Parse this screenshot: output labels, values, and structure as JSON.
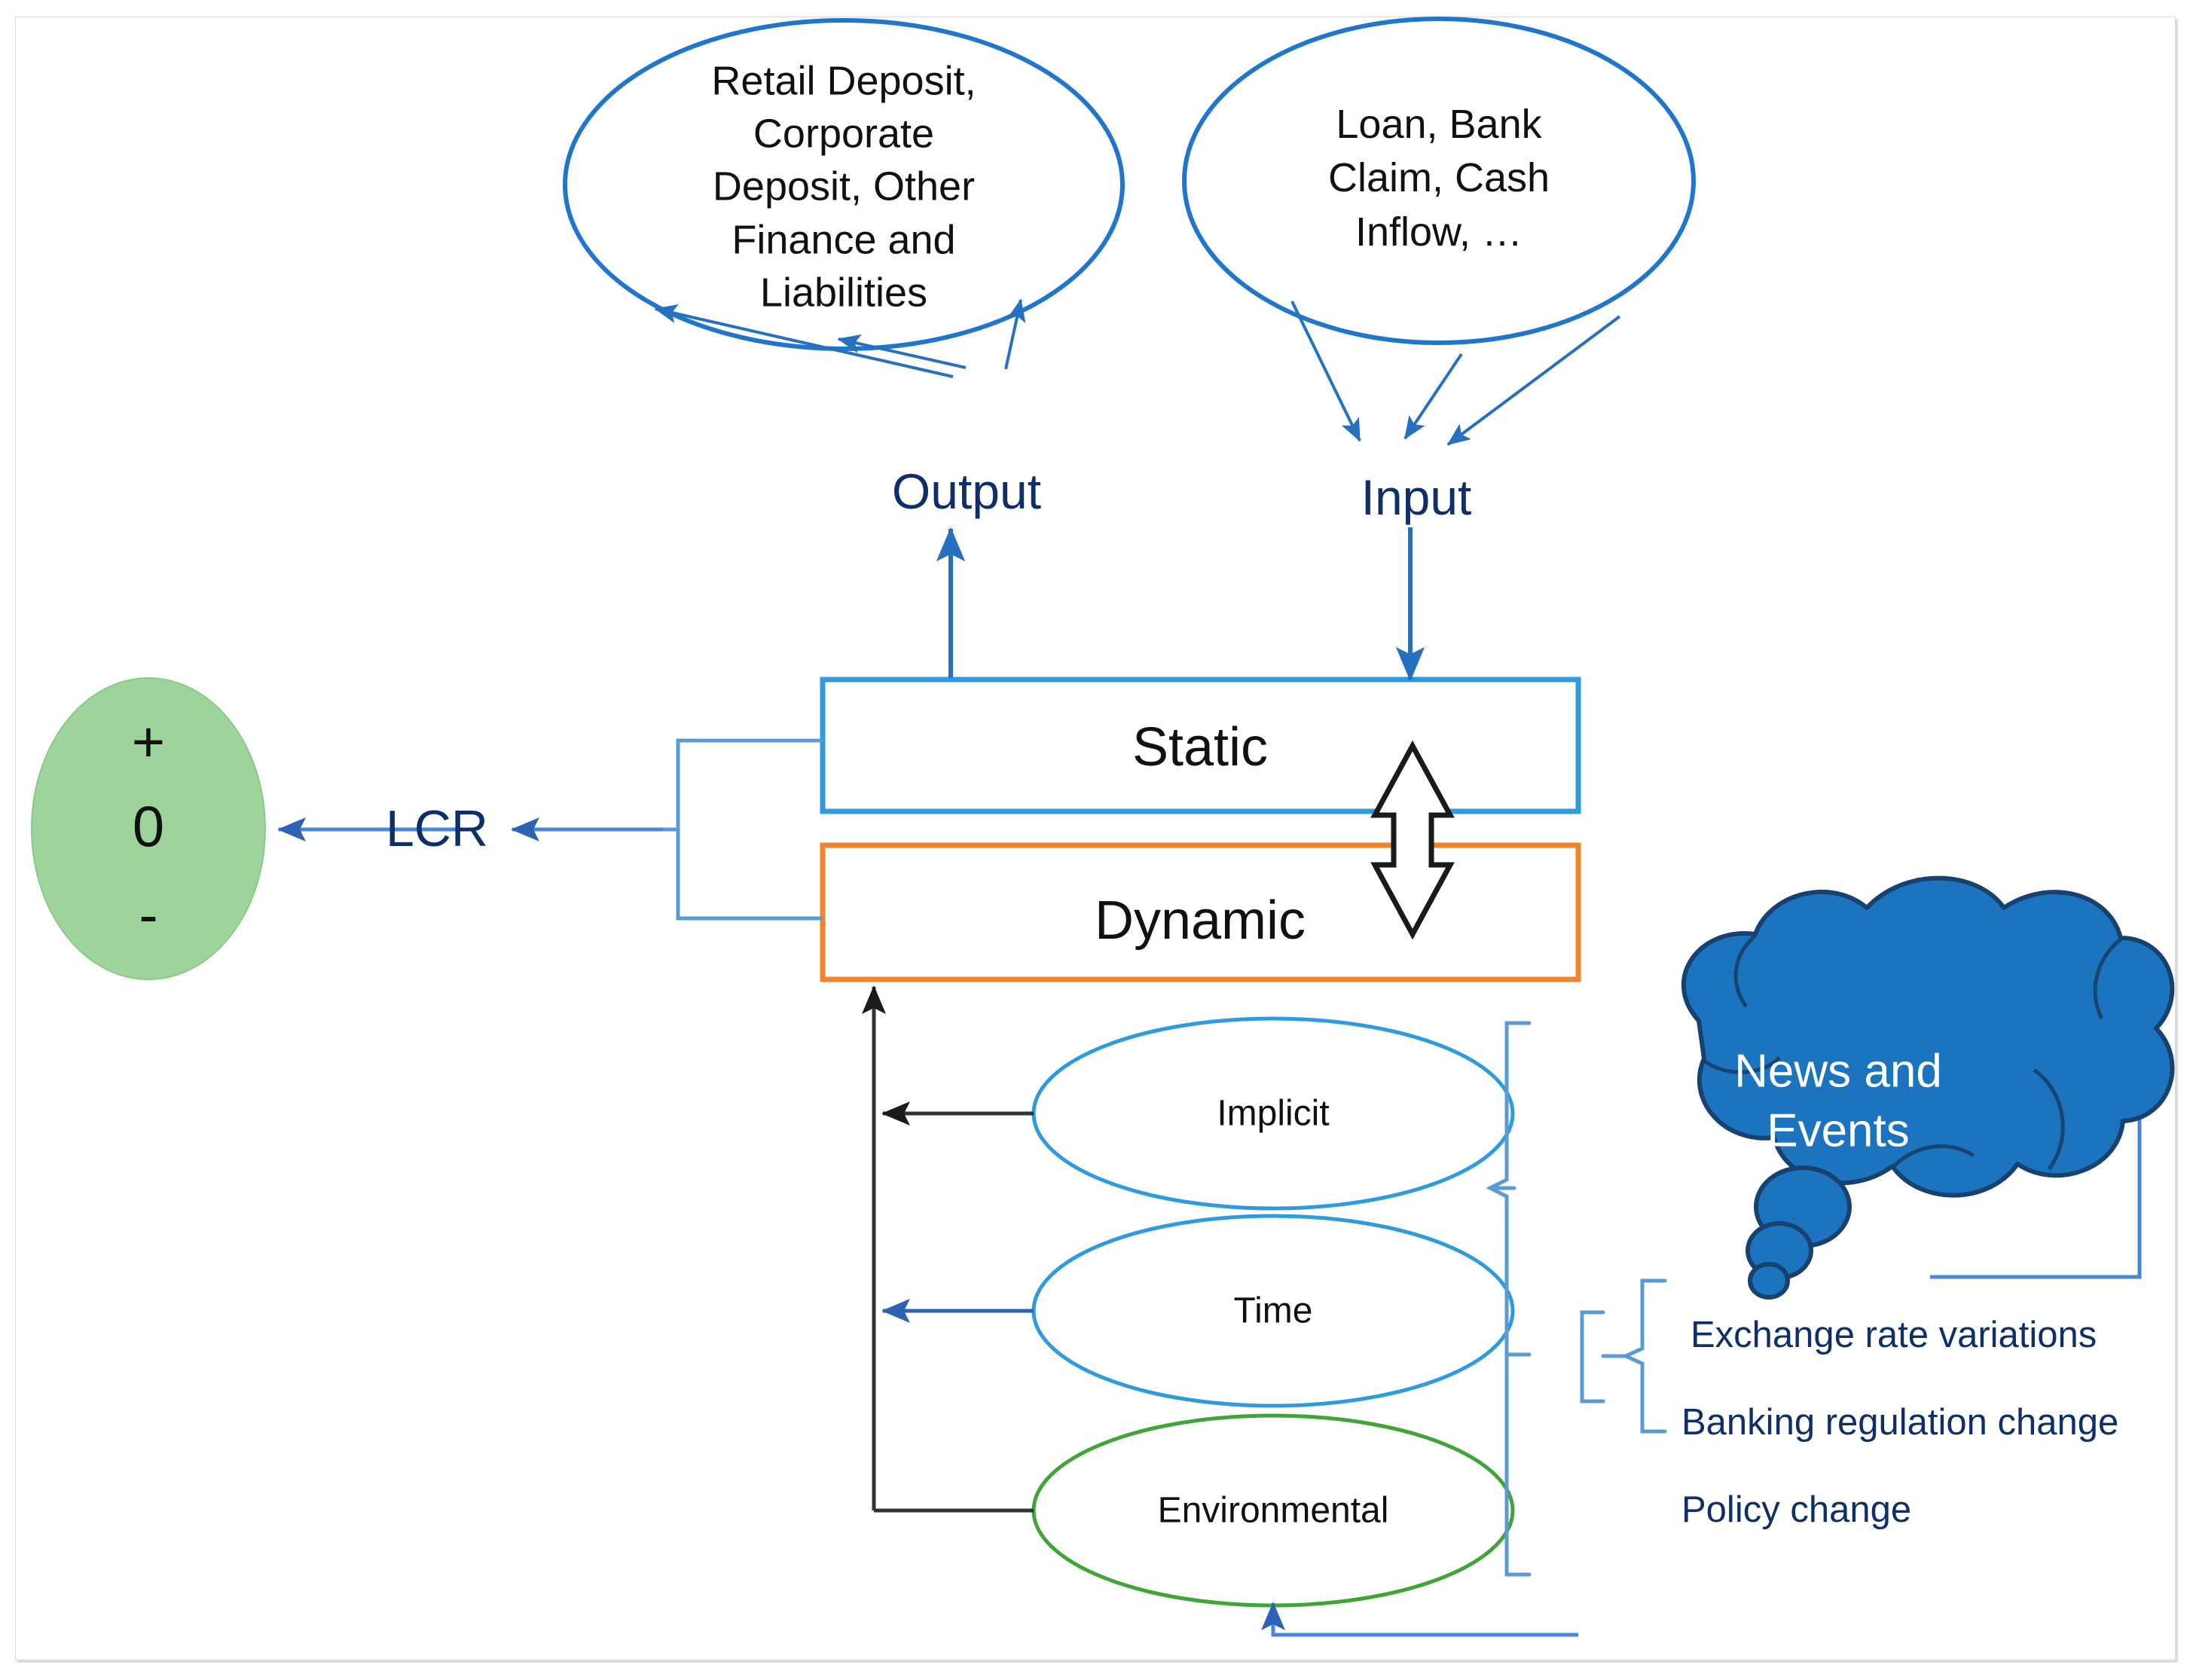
{
  "diagram": {
    "title_elements": {
      "output_label": "Output",
      "input_label": "Input",
      "lcr_label": "LCR"
    },
    "ellipses_top": [
      {
        "name": "output-sources-ellipse",
        "text": "Retail Deposit, Corporate Deposit, Other Finance and Liabilities",
        "lines": [
          "Retail Deposit,",
          "Corporate",
          "Deposit, Other",
          "Finance and",
          "Liabilities"
        ],
        "stroke": "#2076CC"
      },
      {
        "name": "input-sources-ellipse",
        "text": "Loan, Bank Claim, Cash Inflow, …",
        "lines": [
          "Loan, Bank",
          "Claim, Cash",
          "Inflow, …"
        ],
        "stroke": "#2076CC"
      }
    ],
    "boxes": [
      {
        "name": "static-box",
        "label": "Static",
        "stroke": "#2E9BE0"
      },
      {
        "name": "dynamic-box",
        "label": "Dynamic",
        "stroke": "#F4842A"
      }
    ],
    "gauge": {
      "name": "lcr-gauge",
      "plus": "+",
      "zero": "0",
      "minus": "-",
      "fill": "#9DD49B",
      "stroke": "#6FBF6C"
    },
    "factor_ellipses": [
      {
        "label": "Implicit",
        "stroke": "#2E9BE0"
      },
      {
        "label": "Time",
        "stroke": "#2E9BE0"
      },
      {
        "label": "Environmental",
        "stroke": "#3FA535"
      }
    ],
    "cloud": {
      "name": "news-and-events-cloud",
      "lines": [
        "News and",
        "Events"
      ],
      "text": "News and Events",
      "fill": "#1B74BD",
      "stroke": "#17416E"
    },
    "event_items": [
      "Exchange rate variations",
      "Banking regulation change",
      "Policy change"
    ],
    "colors": {
      "accent_blue": "#2E9BE0",
      "line_blue": "#4A86D8",
      "arrow_blue": "#2570C0",
      "orange": "#F4842A",
      "green": "#3FA535",
      "green_fill": "#9DD49B",
      "cloud_blue": "#1B74BD",
      "text_navy": "#0f2f6b",
      "frame_gray": "#d9d9d9"
    }
  }
}
